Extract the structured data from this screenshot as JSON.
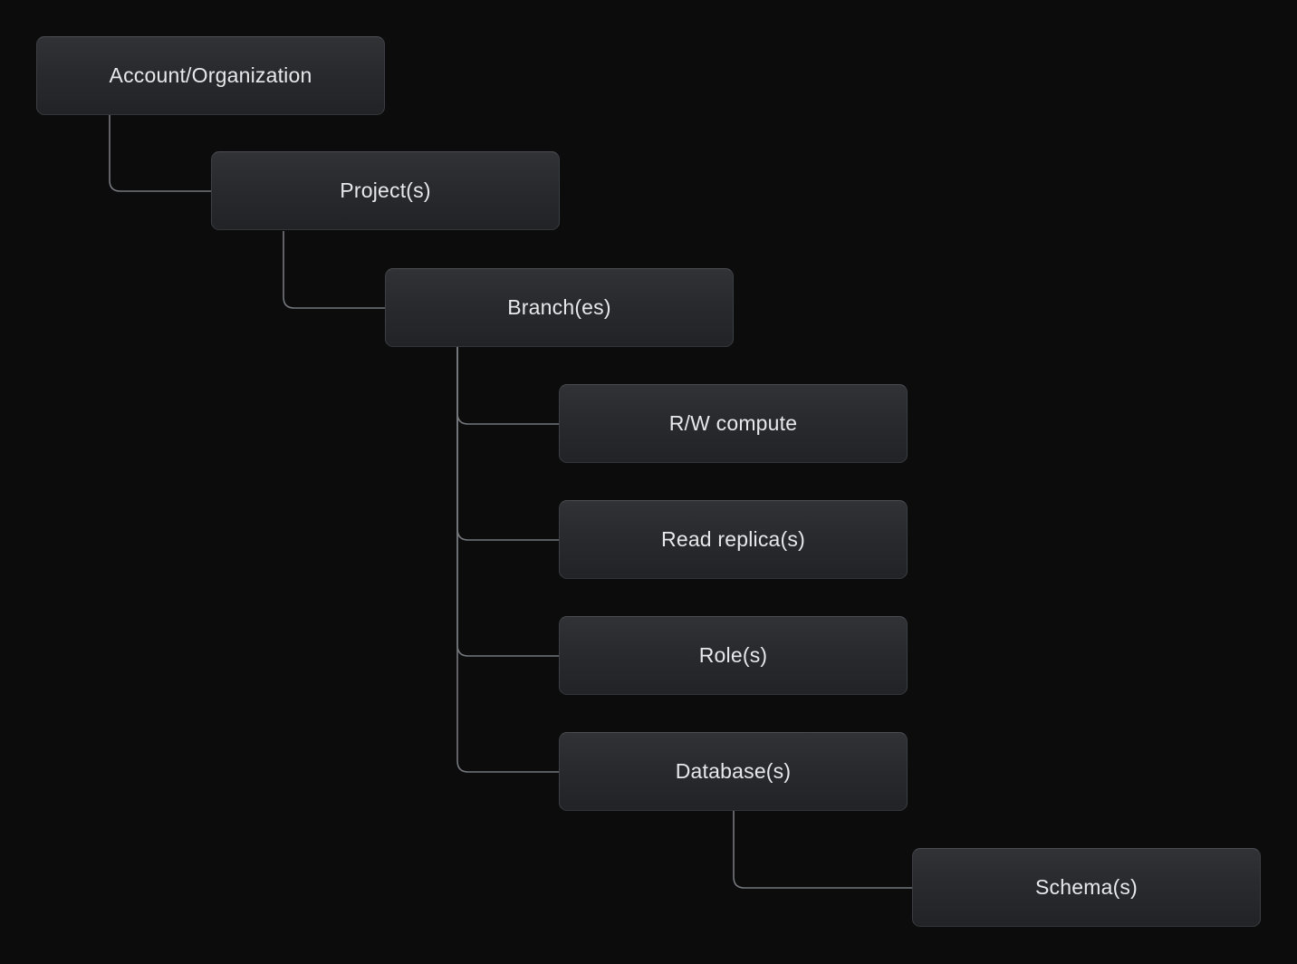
{
  "diagram": {
    "type": "hierarchy-tree",
    "colors": {
      "background": "#0c0c0d",
      "node_fill_top": "#303236",
      "node_fill_bottom": "#212327",
      "node_border": "#3b3e43",
      "node_text": "#e7e8ea",
      "connector_line": "#75787c"
    },
    "nodes": [
      {
        "id": "account-organization",
        "label": "Account/Organization",
        "level": 0
      },
      {
        "id": "projects",
        "label": "Project(s)",
        "level": 1
      },
      {
        "id": "branches",
        "label": "Branch(es)",
        "level": 2
      },
      {
        "id": "rw-compute",
        "label": "R/W compute",
        "level": 3
      },
      {
        "id": "read-replicas",
        "label": "Read replica(s)",
        "level": 3
      },
      {
        "id": "roles",
        "label": "Role(s)",
        "level": 3
      },
      {
        "id": "databases",
        "label": "Database(s)",
        "level": 3
      },
      {
        "id": "schemas",
        "label": "Schema(s)",
        "level": 4
      }
    ],
    "edges": [
      {
        "from": "account-organization",
        "to": "projects"
      },
      {
        "from": "projects",
        "to": "branches"
      },
      {
        "from": "branches",
        "to": "rw-compute"
      },
      {
        "from": "branches",
        "to": "read-replicas"
      },
      {
        "from": "branches",
        "to": "roles"
      },
      {
        "from": "branches",
        "to": "databases"
      },
      {
        "from": "databases",
        "to": "schemas"
      }
    ]
  }
}
